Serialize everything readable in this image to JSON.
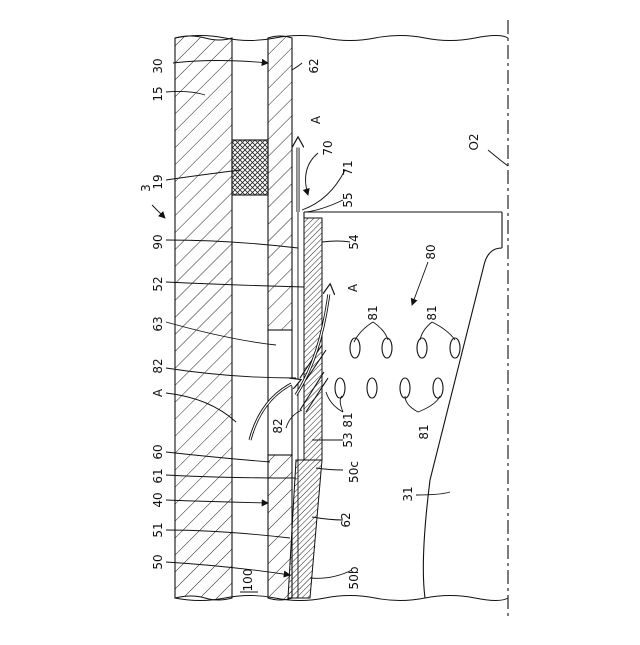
{
  "figure": {
    "reference_labels": {
      "r30": "30",
      "r15": "15",
      "r3": "3",
      "r19": "19",
      "r90": "90",
      "r52": "52",
      "r63": "63",
      "r82a": "82",
      "rA_left": "A",
      "r60": "60",
      "r61": "61",
      "r40": "40",
      "r51": "51",
      "r50": "50",
      "r62_top": "62",
      "rA_top": "A",
      "r70": "70",
      "r71": "71",
      "r55": "55",
      "r54": "54",
      "rA_mid": "A",
      "r80": "80",
      "r81a": "81",
      "r81b": "81",
      "r82b": "82",
      "r53": "53",
      "r81c": "81",
      "r81d": "81",
      "r50c": "50c",
      "r62_bot": "62",
      "r31": "31",
      "r50b": "50b",
      "r100": "100",
      "rO2": "O2"
    }
  }
}
